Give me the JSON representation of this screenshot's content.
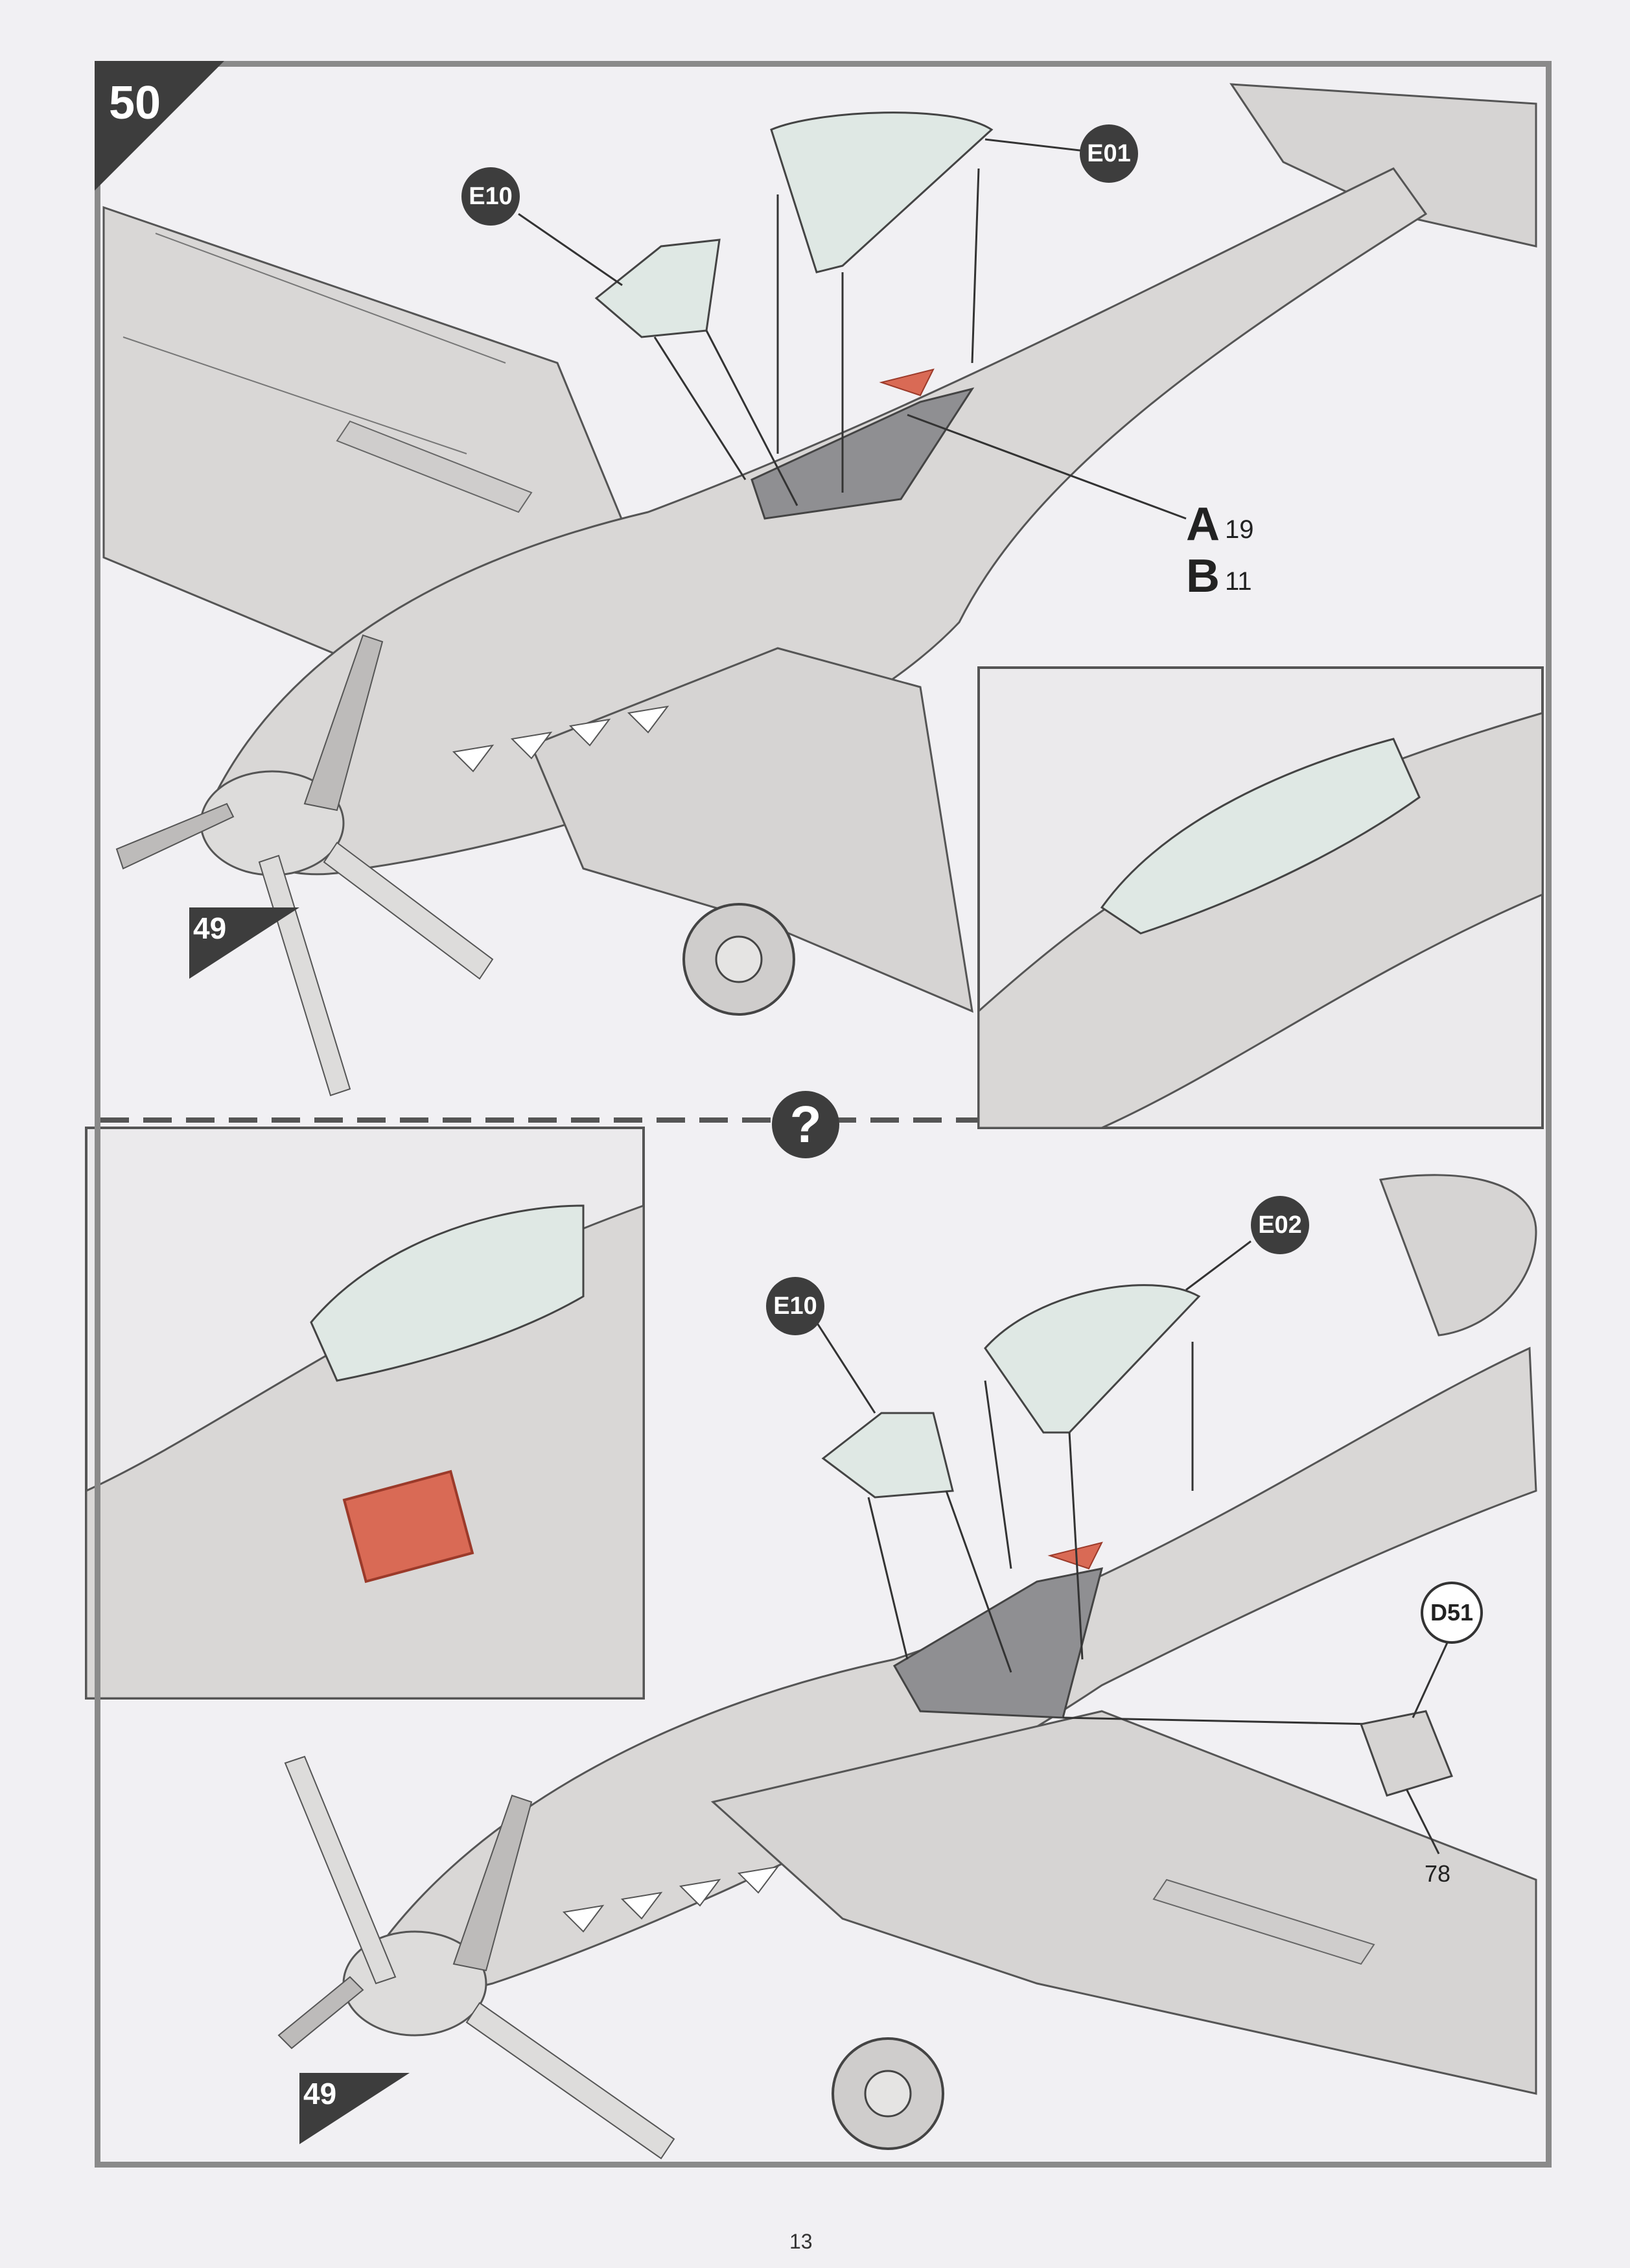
{
  "step": {
    "number": "50"
  },
  "top_view": {
    "reference_step": "49",
    "callouts": [
      "E10",
      "E01"
    ],
    "paint": [
      {
        "letter": "A",
        "code": "19"
      },
      {
        "letter": "B",
        "code": "11"
      }
    ]
  },
  "option_icon": "question-mark-icon",
  "bottom_view": {
    "reference_step": "49",
    "callouts": [
      "E10",
      "E02",
      "D51"
    ],
    "part_number": "78"
  },
  "page": {
    "number": "13"
  },
  "colors": {
    "aircraft": "#d9d7d6",
    "canopy": "#dfe8e4",
    "highlight": "#d96a55",
    "frame": "#8a8a8a",
    "badge": "#3d3d3d"
  }
}
